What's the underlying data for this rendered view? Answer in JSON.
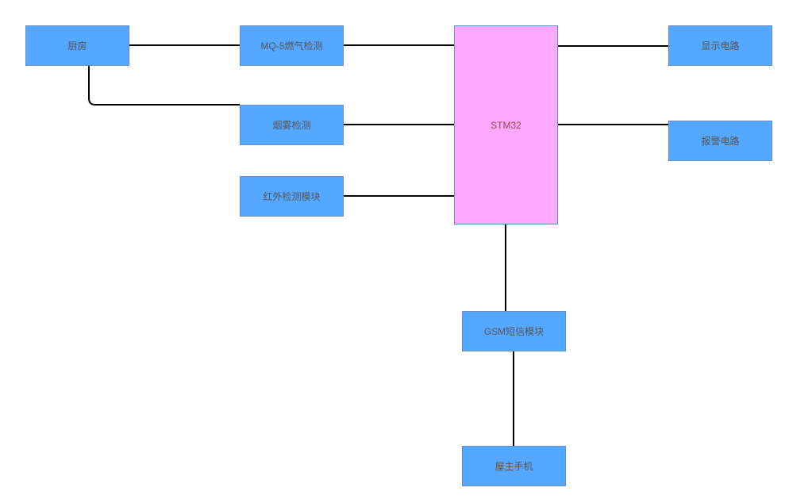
{
  "diagram": {
    "colors": {
      "node_fill": "#55a8ff",
      "node_stroke": "#6c8ebf",
      "mcu_fill": "#ffaaff",
      "edge": "#000000",
      "text": "#555555"
    },
    "nodes": {
      "kitchen": "厨房",
      "mq5": "MQ-5燃气检测",
      "smoke": "烟雾检测",
      "ir": "红外检测模块",
      "stm32": "STM32",
      "display": "显示电路",
      "alarm": "报警电路",
      "gsm": "GSM短信模块",
      "owner": "屋主手机"
    },
    "edges": [
      {
        "from": "kitchen",
        "to": "mq5"
      },
      {
        "from": "kitchen",
        "to": "smoke"
      },
      {
        "from": "mq5",
        "to": "stm32"
      },
      {
        "from": "smoke",
        "to": "stm32"
      },
      {
        "from": "ir",
        "to": "stm32"
      },
      {
        "from": "stm32",
        "to": "display"
      },
      {
        "from": "stm32",
        "to": "alarm"
      },
      {
        "from": "stm32",
        "to": "gsm"
      },
      {
        "from": "gsm",
        "to": "owner"
      }
    ]
  }
}
